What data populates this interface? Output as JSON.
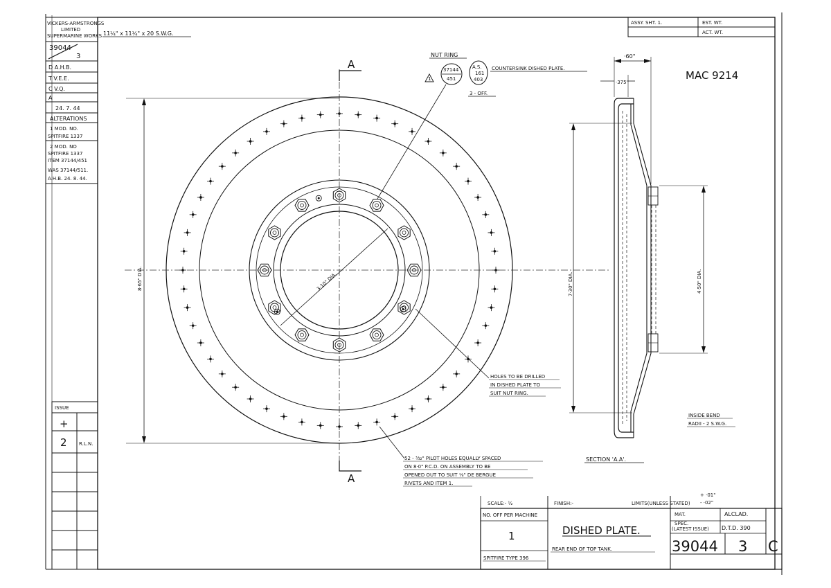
{
  "revision_block": {
    "company": [
      "VICKERS-ARMSTRONGS",
      "LIMITED",
      "SUPERMARINE WORKS"
    ],
    "drawing_no": "39044",
    "sheet_ref": "3",
    "sign_rows": [
      "D  A.H.B.",
      "T  V.E.E.",
      "C  V.Q.",
      "A"
    ],
    "date": "24. 7. 44",
    "alterations_label": "ALTERATIONS",
    "alteration_1": [
      "1  MOD. NO.",
      "SPITFIRE 1337"
    ],
    "alteration_2": [
      "2  MOD. NO",
      "SPITFIRE 1337",
      "ITEM 37144/451",
      "WAS 37144/511.",
      "A.H.B. 24. 8. 44."
    ]
  },
  "issue_block": {
    "label": "ISSUE",
    "issue_mark": "+",
    "issue_no": "2",
    "issue_sign": "R.L.N."
  },
  "blank_size": "11¼\" x 11¼\" x 20 S.W.G.",
  "header_boxes": {
    "assy": "ASSY. SHT. 1.",
    "est_wt": "EST. WT.",
    "act_wt": "ACT. WT."
  },
  "mac_number": "MAC 9214",
  "plan_view": {
    "section_mark": "A",
    "dia_outer": "8·65\" DIA.",
    "dia_inner": "3·10\"  DIA."
  },
  "nut_ring_note": {
    "title": "NUT RING",
    "part_no": [
      "37144",
      "451"
    ],
    "spec": [
      "A.S.",
      "161",
      "403"
    ],
    "note": "COUNTERSINK DISHED PLATE.",
    "qty": "3 - OFF.",
    "warn_mark": "1"
  },
  "holes_note": [
    "HOLES TO BE DRILLED",
    "IN DISHED PLATE TO",
    "SUIT NUT RING."
  ],
  "pilot_note": [
    "52 - ³⁄₃₂\" PILOT HOLES EQUALLY SPACED",
    "ON 8·0\" P.C.D. ON ASSEMBLY TO BE",
    "OPENED OUT TO SUIT ⅛\" DE BERGUE",
    "RIVETS AND ITEM 1."
  ],
  "section_view": {
    "dim_top": "·60\"",
    "dim_flange": "·375\"",
    "dia_mid": "7·30\" DIA.",
    "dia_inner": "4·50\" DIA.",
    "label": "SECTION 'A.A'.",
    "bend_note": [
      "INSIDE BEND",
      "RADII - 2 S.W.G."
    ]
  },
  "title_block": {
    "scale": "SCALE:- ½",
    "finish": "FINISH:-",
    "limits": "LIMITS(UNLESS STATED)",
    "tolerance": [
      "+ ·01\"",
      "- ·02\""
    ],
    "no_off_label": "NO. OFF PER MACHINE",
    "no_off_value": "1",
    "machine": "SPITFIRE TYPE 396",
    "title": "DISHED PLATE.",
    "subtitle": "REAR END OF TOP TANK.",
    "mat_label": "MAT.",
    "mat_value": "ALCLAD.",
    "spec_label": [
      "SPEC.",
      "(LATEST ISSUE)"
    ],
    "spec_value": "D.T.D. 390",
    "drawing_no": "39044",
    "sheet": "3",
    "issue": "C"
  },
  "geometry": {
    "pilot_hole_count": 52,
    "bolt_hole_count": 12,
    "small_hole_count": 3
  }
}
